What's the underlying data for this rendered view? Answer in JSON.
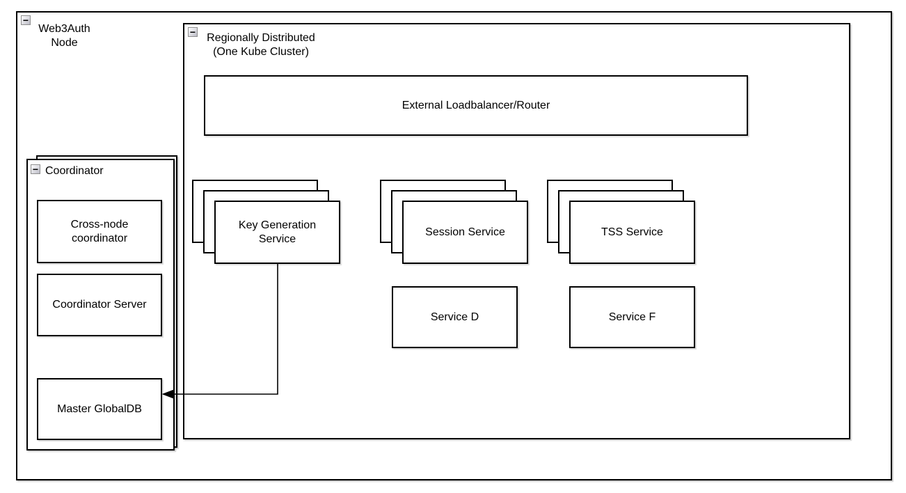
{
  "canvas": {
    "background": "#ffffff",
    "stroke": "#000000",
    "shadow_color": "rgba(0,0,0,0.18)"
  },
  "icons": {
    "collapse_glyph": "−",
    "collapse_name": "minus"
  },
  "containers": {
    "web3auth": {
      "label": "Web3Auth\nNode"
    },
    "regional": {
      "label": "Regionally Distributed\n(One Kube Cluster)"
    },
    "coordinator": {
      "label": "Coordinator"
    }
  },
  "nodes": {
    "external_lb": {
      "label": "External Loadbalancer/Router"
    },
    "key_generation": {
      "label": "Key Generation Service",
      "replicas": 3
    },
    "session": {
      "label": "Session Service",
      "replicas": 3
    },
    "tss": {
      "label": "TSS Service",
      "replicas": 3
    },
    "service_d": {
      "label": "Service D"
    },
    "service_f": {
      "label": "Service F"
    },
    "cross_node": {
      "label": "Cross-node coordinator"
    },
    "coordinator_server": {
      "label": "Coordinator Server"
    },
    "master_globaldb": {
      "label": "Master GlobalDB"
    }
  },
  "edges": [
    {
      "from": "Key Generation Service",
      "to": "Master GlobalDB",
      "style": "orthogonal",
      "arrowhead": "filled-triangle-left"
    }
  ]
}
